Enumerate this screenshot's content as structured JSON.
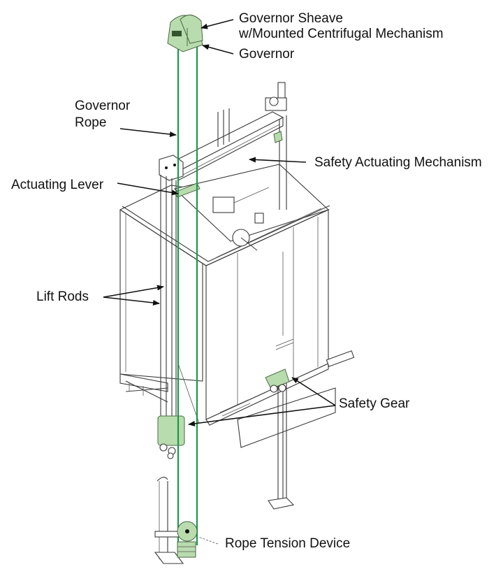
{
  "title": "Elevator governor and safety gear system",
  "colors": {
    "rope": "#1a9a4a",
    "component_highlight": "#b9dcae",
    "line_art": "#3a3a3a",
    "label_text": "#111111"
  },
  "labels": {
    "governor_sheave_line1": "Governor Sheave",
    "governor_sheave_line2": "w/Mounted  Centrifugal  Mechanism",
    "governor": "Governor",
    "governor_rope_line1": "Governor",
    "governor_rope_line2": "Rope",
    "safety_actuating_mechanism": "Safety Actuating  Mechanism",
    "actuating_lever": "Actuating  Lever",
    "lift_rods": "Lift Rods",
    "safety_gear": "Safety Gear",
    "rope_tension_device": "Rope Tension Device"
  }
}
